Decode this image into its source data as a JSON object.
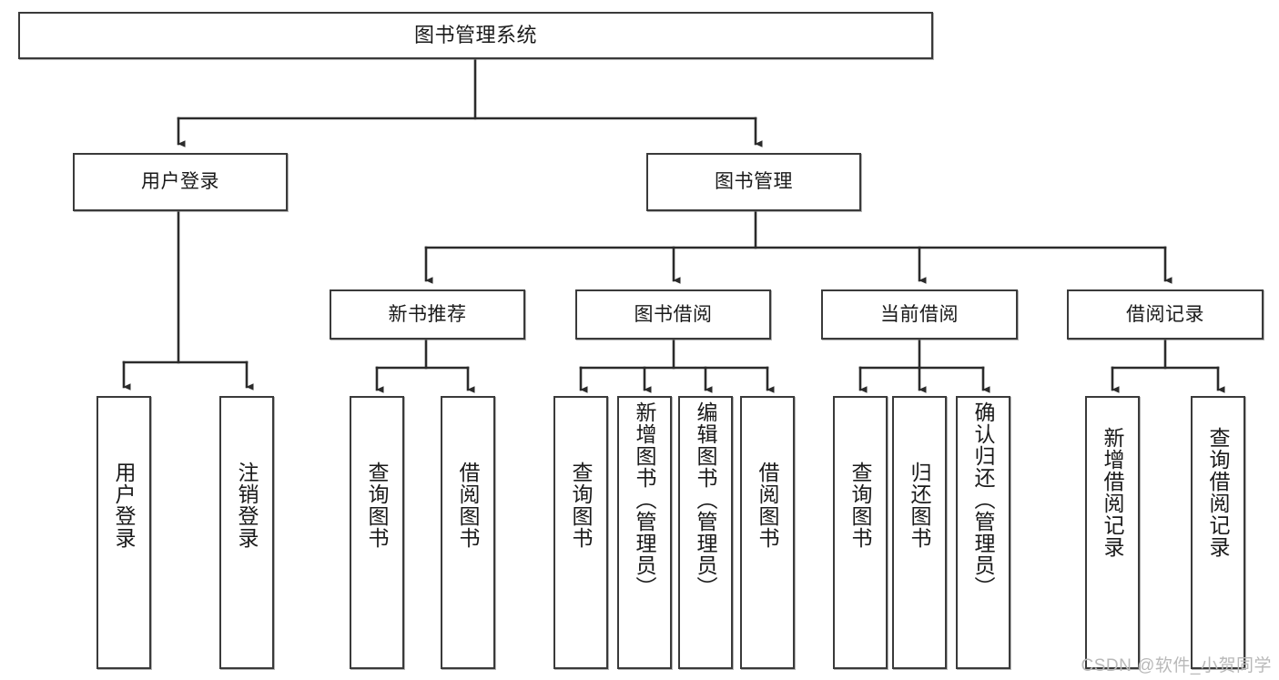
{
  "diagram": {
    "title": "图书管理系统",
    "type": "tree-structure-chart",
    "colors": {
      "box_border": "#3a3a3a",
      "box_fill": "#ffffff",
      "edge": "#2b2b2b",
      "text": "#1a1a1a",
      "watermark": "#b9b9b9",
      "background": "#ffffff"
    },
    "root": {
      "label": "图书管理系统"
    },
    "level2": [
      {
        "label": "用户登录"
      },
      {
        "label": "图书管理"
      }
    ],
    "level3": [
      {
        "label": "新书推荐"
      },
      {
        "label": "图书借阅"
      },
      {
        "label": "当前借阅"
      },
      {
        "label": "借阅记录"
      }
    ],
    "leaves": {
      "user_login": [
        {
          "label": "用户登录"
        },
        {
          "label": "注销登录"
        }
      ],
      "new_book_recommend": [
        {
          "label": "查询图书"
        },
        {
          "label": "借阅图书"
        }
      ],
      "book_borrow": [
        {
          "label": "查询图书"
        },
        {
          "label": "新增图书（管理员）"
        },
        {
          "label": "编辑图书（管理员）"
        },
        {
          "label": "借阅图书"
        }
      ],
      "current_borrow": [
        {
          "label": "查询图书"
        },
        {
          "label": "归还图书"
        },
        {
          "label": "确认归还（管理员）"
        }
      ],
      "borrow_record": [
        {
          "label": "新增借阅记录"
        },
        {
          "label": "查询借阅记录"
        }
      ]
    }
  },
  "watermark": {
    "text": "CSDN @软件_小贺同学"
  }
}
